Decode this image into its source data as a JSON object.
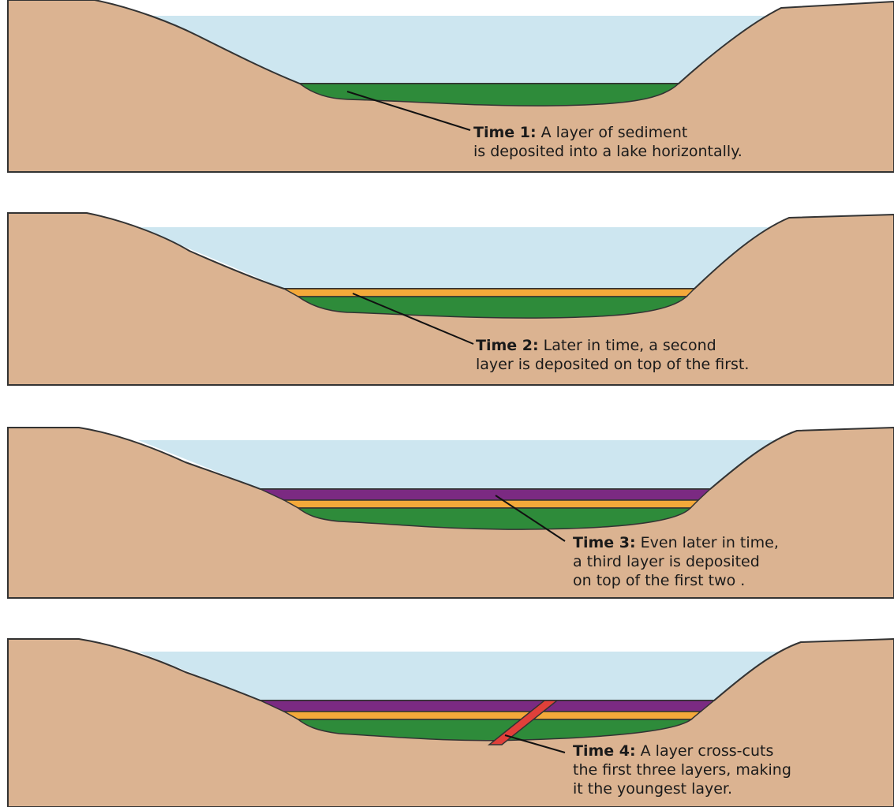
{
  "panels": [
    {
      "label": "Time 1:",
      "line1": "A layer of sediment",
      "line2": "is deposited into a lake horizontally.",
      "line3": ""
    },
    {
      "label": "Time 2:",
      "line1": "Later in time, a second",
      "line2": "layer is deposited on top of the first.",
      "line3": ""
    },
    {
      "label": "Time 3:",
      "line1": "Even later in time,",
      "line2": "a third layer is deposited",
      "line3": "on top of the first two ."
    },
    {
      "label": "Time 4:",
      "line1": "A layer cross-cuts",
      "line2": "the first three layers, making",
      "line3": "it the youngest layer."
    }
  ],
  "colors": {
    "land": "#dbb391",
    "water": "#cde6f0",
    "layer_green": "#2e8b3a",
    "layer_orange": "#f4a93a",
    "layer_purple": "#7b2a82",
    "layer_red": "#e0403a",
    "outline": "#333333"
  }
}
